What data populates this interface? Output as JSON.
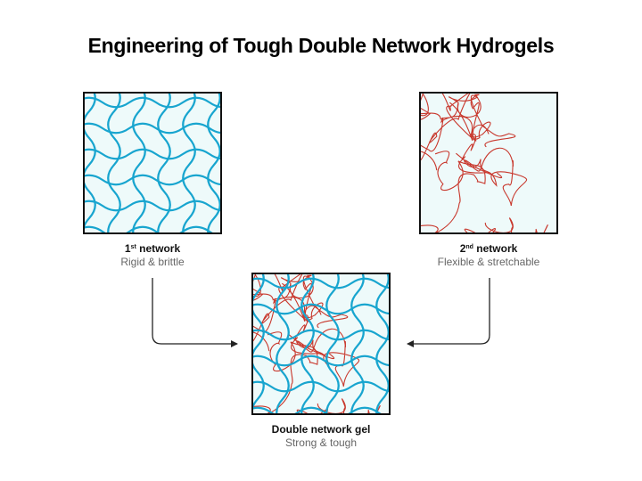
{
  "title": "Engineering of Tough Double Network Hydrogels",
  "colors": {
    "first_network": "#18a5cf",
    "second_network": "#c8372c",
    "panel_bg": "#eefafa"
  },
  "panels": [
    {
      "prefix": "1",
      "sup": "st",
      "suffix": " network",
      "desc": "Rigid & brittle"
    },
    {
      "prefix": "2",
      "sup": "nd",
      "suffix": " network",
      "desc": "Flexible & stretchable"
    },
    {
      "name": "Double network gel",
      "desc": "Strong & tough"
    }
  ]
}
